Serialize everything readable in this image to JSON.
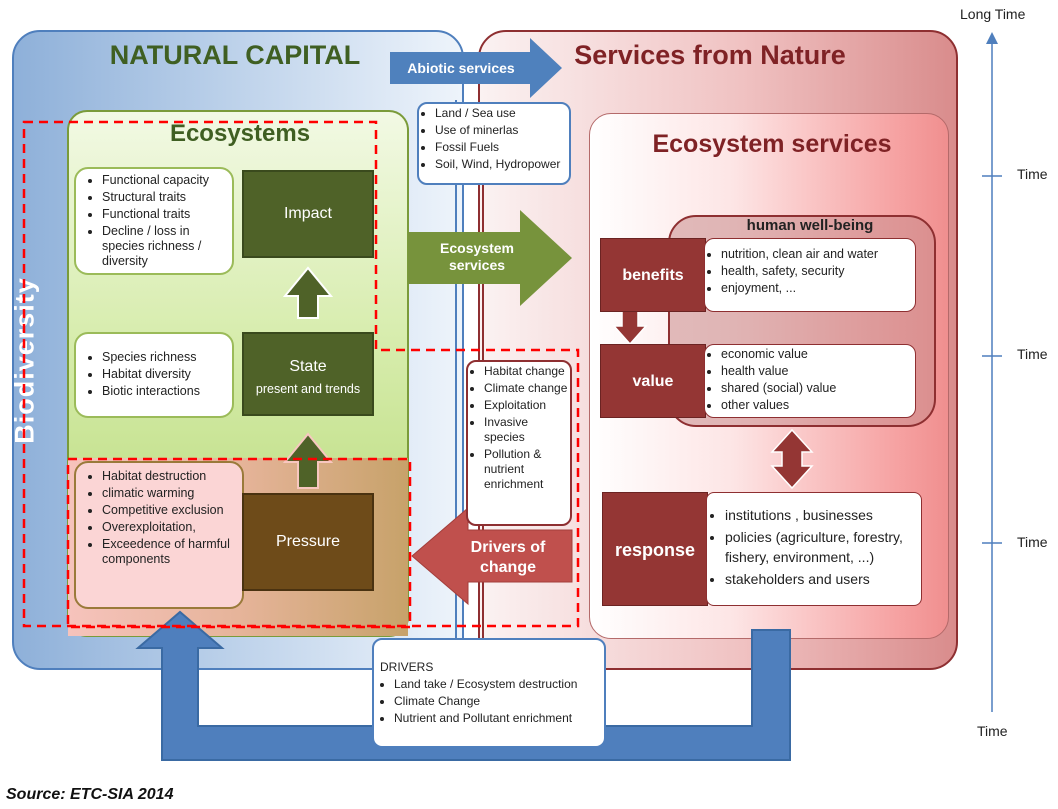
{
  "natural_capital": {
    "title": "NATURAL CAPITAL",
    "biodiversity_label": "Biodiversity",
    "ecosystems_title": "Ecosystems",
    "impact_list": [
      "Functional capacity",
      "Structural traits",
      "Functional traits",
      "Decline / loss in species richness / diversity"
    ],
    "state_list": [
      "Species richness",
      "Habitat diversity",
      "Biotic interactions"
    ],
    "pressure_list": [
      "Habitat destruction",
      "climatic warming",
      "Competitive exclusion",
      "Overexploitation,",
      "Exceedence of harmful components"
    ],
    "impact_label": "Impact",
    "state_label": "State",
    "state_sublabel": "present and trends",
    "pressure_label": "Pressure"
  },
  "abiotic": {
    "label": "Abiotic services",
    "list": [
      "Land / Sea use",
      "Use of minerlas",
      "Fossil Fuels",
      "Soil, Wind, Hydropower"
    ]
  },
  "ecosystem_services_arrow": {
    "label": "Ecosystem services"
  },
  "drivers_of_change": {
    "label": "Drivers of change",
    "list": [
      "Habitat change",
      "Climate change",
      "Exploitation",
      "Invasive species",
      "Pollution & nutrient enrichment"
    ]
  },
  "services_from_nature": {
    "title": "Services from Nature",
    "ecosystem_services_title": "Ecosystem services",
    "human_wellbeing_title": "human well-being",
    "benefits_label": "benefits",
    "benefits_list": [
      "nutrition, clean air and water",
      "health, safety, security",
      "enjoyment, ..."
    ],
    "value_label": "value",
    "value_list": [
      "economic value",
      "health value",
      "shared (social) value",
      "other values"
    ],
    "response_label": "response",
    "response_list": [
      "institutions , businesses",
      "policies (agriculture, forestry, fishery, environment, ...)",
      "stakeholders and users"
    ]
  },
  "drivers_box": {
    "title": "DRIVERS",
    "list": [
      "Land take / Ecosystem destruction",
      "Climate Change",
      "Nutrient and Pollutant enrichment"
    ]
  },
  "timeline": {
    "top_label": "Long Time",
    "tick_labels": [
      "Time",
      "Time",
      "Time"
    ],
    "bottom_label": "Time"
  },
  "source": "Source: ETC-SIA 2014",
  "colors": {
    "natural_blue": "#4f7fbd",
    "services_red": "#8e2f31",
    "ecosystem_green": "#4f6228",
    "arrow_green": "#77933c",
    "pressure_brown": "#6e4b19",
    "drivers_red": "#c0504d",
    "dashed_red": "#ff0000"
  }
}
